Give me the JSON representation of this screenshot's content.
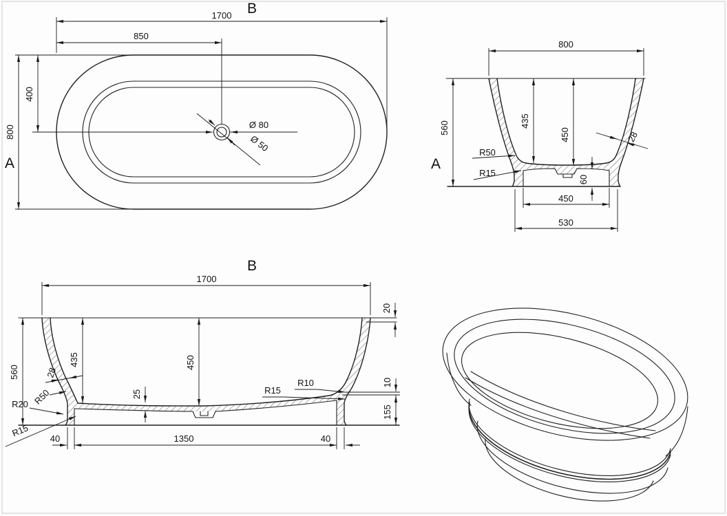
{
  "plan": {
    "label_a": "A",
    "label_b": "B",
    "dims": {
      "length": "1700",
      "drain_offset": "850",
      "width": "800",
      "drain_from_edge": "400",
      "drain_outer": "Ø 80",
      "drain_inner": "Ø 50"
    }
  },
  "section_a": {
    "label": "A",
    "dims": {
      "top_width": "800",
      "height": "560",
      "depth_edge": "435",
      "depth_center": "450",
      "wall_thickness": "28",
      "bowl_radius": "R50",
      "base_radius": "R15",
      "plinth_height": "60",
      "base_inner_width": "450",
      "base_outer_width": "530"
    }
  },
  "section_b": {
    "label": "B",
    "dims": {
      "length": "1700",
      "rim_edge": "20",
      "height": "560",
      "depth_edge": "435",
      "wall_thickness": "28",
      "bowl_radius": "R50",
      "outer_radius": "R20",
      "foot_radius": "R15",
      "depth_center": "450",
      "floor_thickness": "25",
      "floor_radius": "R15",
      "step_radius": "R10",
      "step": "10",
      "skirt_height": "155",
      "foot_left": "40",
      "base_length": "1350",
      "foot_right": "40"
    }
  }
}
